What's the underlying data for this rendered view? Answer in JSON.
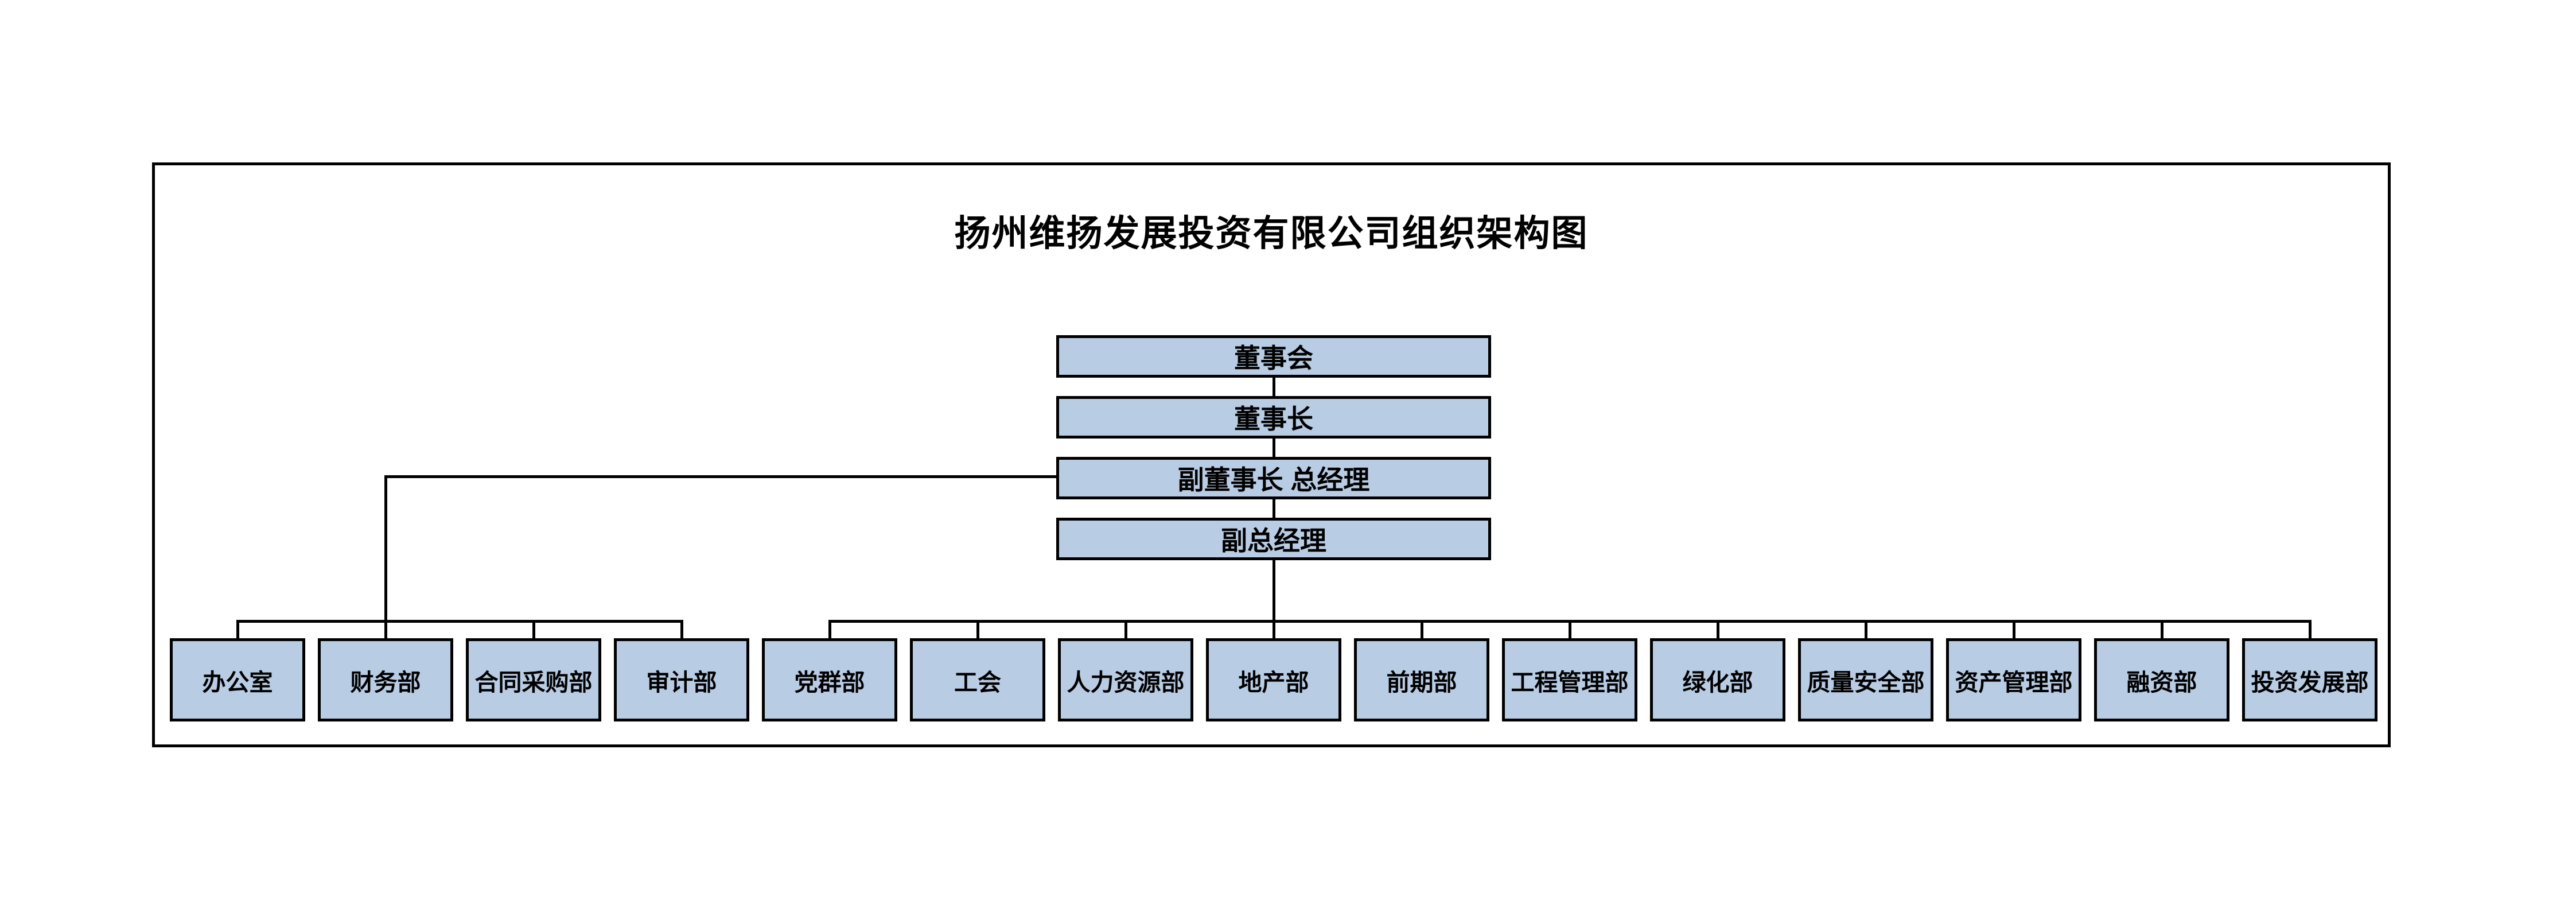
{
  "title": "扬州维扬发展投资有限公司组织架构图",
  "org": {
    "chain": [
      "董事会",
      "董事长",
      "副董事长 总经理",
      "副总经理"
    ],
    "gm_departments": [
      "办公室",
      "财务部",
      "合同采购部",
      "审计部"
    ],
    "dgm_departments": [
      "党群部",
      "工会",
      "人力资源部",
      "地产部",
      "前期部",
      "工程管理部",
      "绿化部",
      "质量安全部",
      "资产管理部",
      "融资部",
      "投资发展部"
    ]
  },
  "colors": {
    "node_fill": "#b8cce4",
    "node_border": "#000000",
    "connector": "#000000",
    "page_background": "#ffffff"
  }
}
